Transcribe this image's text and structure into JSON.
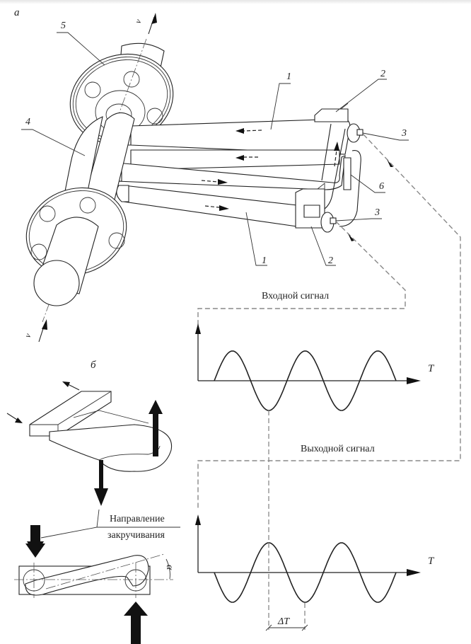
{
  "figure": {
    "panel_a_label": "а",
    "panel_b_label": "б",
    "axis_v_top": "v",
    "axis_v_bottom": "v"
  },
  "callouts": {
    "tube_upper": "1",
    "tube_lower": "1",
    "bracket_upper": "2",
    "bracket_lower": "2",
    "sensor_upper": "3",
    "sensor_lower": "3",
    "manifold": "4",
    "flange": "5",
    "driver": "6"
  },
  "twist": {
    "label_line1": "Направление",
    "label_line2": "закручивания",
    "angle_symbol": "α"
  },
  "signals": {
    "input_label": "Входной сигнал",
    "output_label": "Выходной сигнал",
    "time_axis_input": "T",
    "time_axis_output": "T",
    "phase_shift_label": "ΔT"
  },
  "chart_data": [
    {
      "type": "line",
      "title": "Входной сигнал",
      "xlabel": "T",
      "ylabel": "",
      "waveform": "sine",
      "cycles": 2.5,
      "start_phase": "rising from zero",
      "amplitude": 1
    },
    {
      "type": "line",
      "title": "Выходной сигнал",
      "xlabel": "T",
      "ylabel": "",
      "waveform": "sine",
      "cycles": 2.5,
      "start_phase": "falling from zero",
      "amplitude": 1,
      "phase_shift_label": "ΔT"
    }
  ]
}
